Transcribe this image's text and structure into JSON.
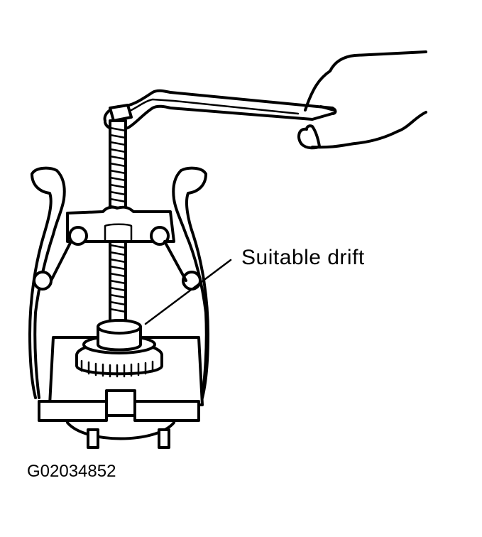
{
  "diagram": {
    "subject": "Two-jaw gear puller removing a toothed ring with a drift, turned by a wrench held in hand",
    "callouts": [
      {
        "id": "suitable-drift",
        "label": "Suitable drift"
      }
    ],
    "figure_id": "G02034852",
    "colors": {
      "ink": "#000000",
      "background": "#ffffff"
    }
  }
}
